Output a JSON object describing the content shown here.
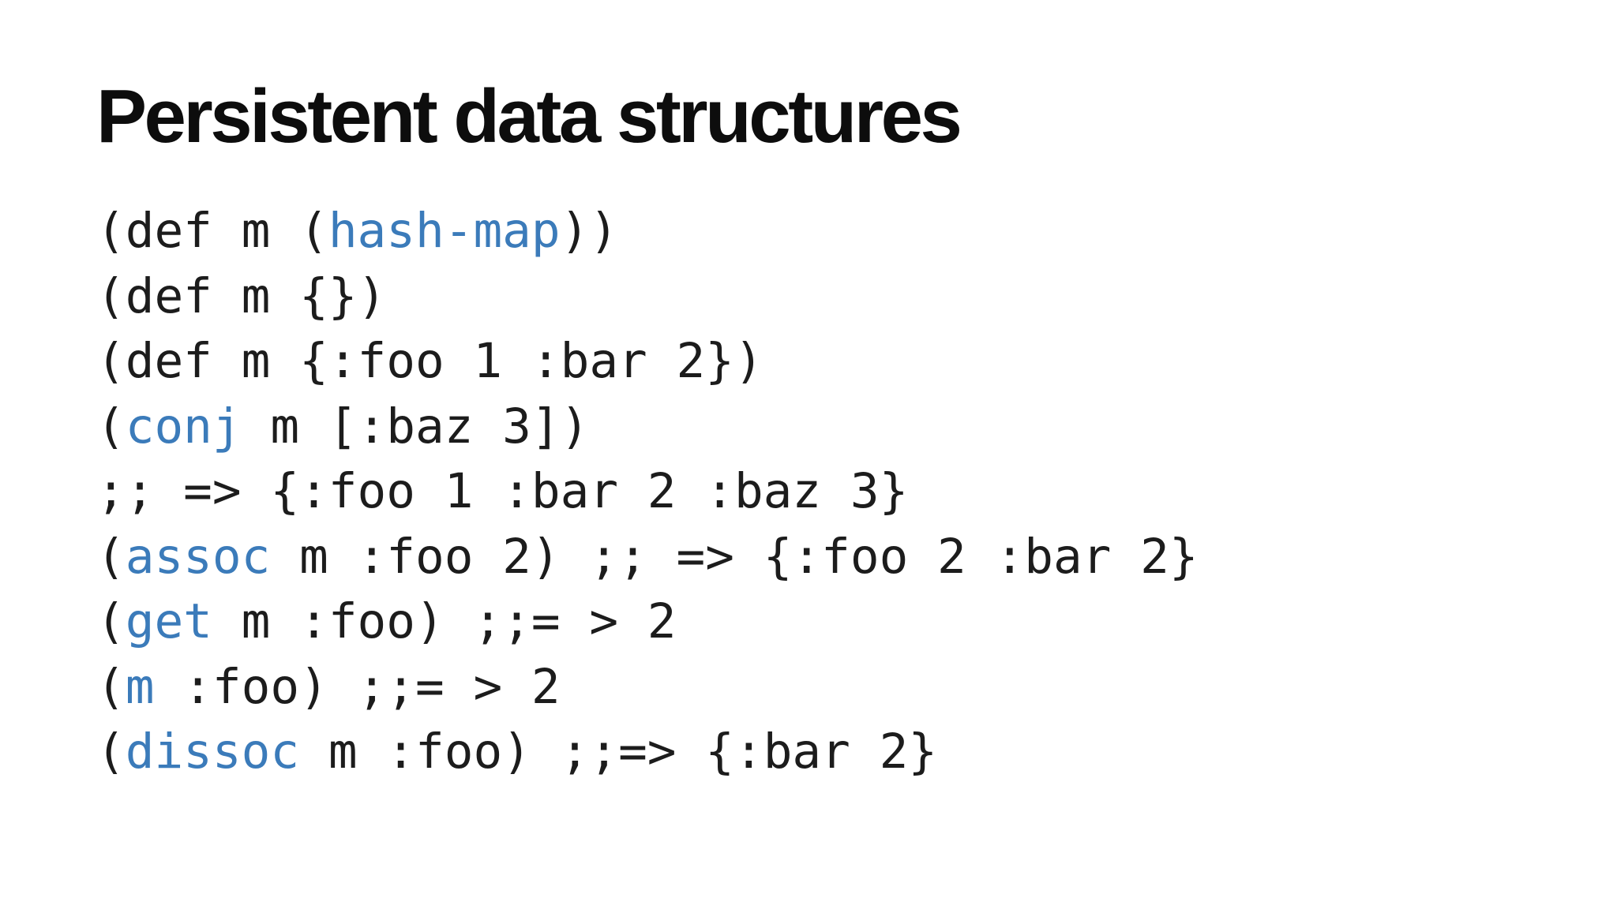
{
  "slide": {
    "background_color": "#ffffff",
    "title": "Persistent data structures",
    "title_color": "#0d0d0d",
    "code": {
      "text_color": "#1c1c1c",
      "keyword_color": "#3b7bba",
      "lines": [
        [
          {
            "text": "(def m (",
            "type": "plain"
          },
          {
            "text": "hash-map",
            "type": "keyword"
          },
          {
            "text": "))",
            "type": "plain"
          }
        ],
        [
          {
            "text": "(def m {})",
            "type": "plain"
          }
        ],
        [
          {
            "text": "(def m {:foo 1 :bar 2})",
            "type": "plain"
          }
        ],
        [
          {
            "text": "(",
            "type": "plain"
          },
          {
            "text": "conj",
            "type": "keyword"
          },
          {
            "text": " m [:baz 3])",
            "type": "plain"
          }
        ],
        [
          {
            "text": ";; => {:foo 1 :bar 2 :baz 3}",
            "type": "plain"
          }
        ],
        [
          {
            "text": "(",
            "type": "plain"
          },
          {
            "text": "assoc",
            "type": "keyword"
          },
          {
            "text": " m :foo 2) ;; => {:foo 2 :bar 2}",
            "type": "plain"
          }
        ],
        [
          {
            "text": "(",
            "type": "plain"
          },
          {
            "text": "get",
            "type": "keyword"
          },
          {
            "text": " m :foo) ;;= > 2",
            "type": "plain"
          }
        ],
        [
          {
            "text": "(",
            "type": "plain"
          },
          {
            "text": "m",
            "type": "keyword"
          },
          {
            "text": " :foo) ;;= > 2",
            "type": "plain"
          }
        ],
        [
          {
            "text": "(",
            "type": "plain"
          },
          {
            "text": "dissoc",
            "type": "keyword"
          },
          {
            "text": " m :foo) ;;=> {:bar 2}",
            "type": "plain"
          }
        ]
      ]
    }
  }
}
